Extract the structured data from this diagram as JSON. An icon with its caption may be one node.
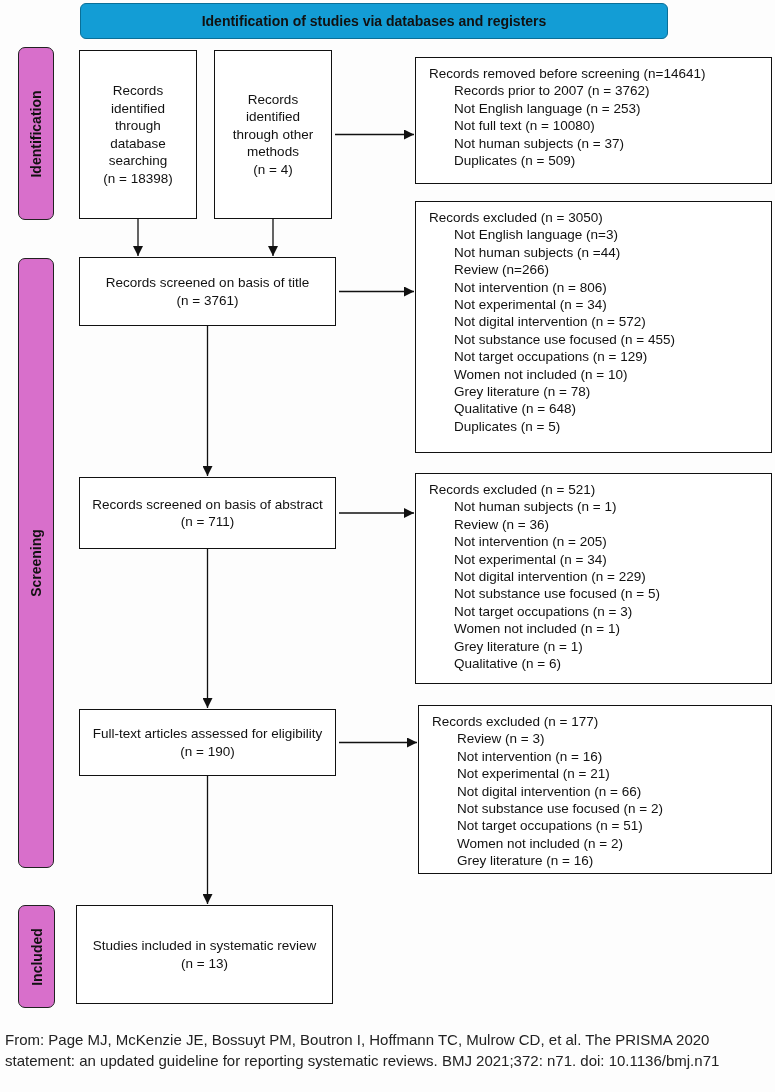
{
  "diagram": {
    "caption": "From: Page MJ, McKenzie JE, Bossuyt PM, Boutron I, Hoffmann TC, Mulrow CD, et al. The PRISMA 2020 statement: an updated guideline for reporting systematic reviews. BMJ 2021;372: n71. doi: 10.1136/bmj.n71",
    "nodes": [
      {
        "text": [
          "Identification of studies via databases and registers"
        ]
      },
      {
        "text": [
          "Identification"
        ]
      },
      {
        "text": [
          "Records identified through database searching",
          "(n = 18398)"
        ]
      },
      {
        "text": [
          "Records identified through other methods",
          "(n = 4)"
        ]
      },
      {
        "text": [
          "Records removed before screening (n=14641)",
          "Records prior to 2007 (n = 3762)",
          "Not English language (n = 253)",
          "Not full text (n = 10080)",
          "Not human subjects (n = 37)",
          "Duplicates (n = 509)"
        ]
      },
      {
        "text": [
          "Screening"
        ]
      },
      {
        "text": [
          "Records screened on basis of title",
          "(n = 3761)"
        ]
      },
      {
        "text": [
          "Records excluded (n = 3050)",
          "Not English language (n=3)",
          "Not human subjects (n =44)",
          "Review (n=266)",
          "Not intervention (n = 806)",
          "Not experimental (n = 34)",
          "Not digital intervention (n = 572)",
          "Not substance use focused (n = 455)",
          "Not target occupations (n = 129)",
          "Women not included (n = 10)",
          "Grey literature (n = 78)",
          "Qualitative (n = 648)",
          "Duplicates (n = 5)"
        ]
      },
      {
        "text": [
          "Records screened on basis of abstract",
          "(n = 711)"
        ]
      },
      {
        "text": [
          "Records excluded (n = 521)",
          "Not human subjects (n = 1)",
          "Review (n = 36)",
          "Not intervention (n = 205)",
          "Not experimental (n = 34)",
          "Not digital intervention (n = 229)",
          "Not substance use focused (n = 5)",
          "Not target occupations (n = 3)",
          "Women not included (n = 1)",
          "Grey literature (n = 1)",
          "Qualitative (n = 6)"
        ]
      },
      {
        "text": [
          "Full-text articles assessed for eligibility",
          "(n = 190)"
        ]
      },
      {
        "text": [
          "Records excluded (n = 177)",
          "Review (n = 3)",
          "Not intervention (n = 16)",
          "Not experimental (n = 21)",
          "Not digital intervention (n = 66)",
          "Not substance use focused (n = 2)",
          "Not target occupations (n = 51)",
          "Women not included (n = 2)",
          "Grey literature (n = 16)"
        ]
      },
      {
        "text": [
          "Included"
        ]
      },
      {
        "text": [
          "Studies included in systematic review",
          "(n = 13)"
        ]
      }
    ],
    "edges": [
      {
        "from": 3,
        "to": 4,
        "arrow": "to"
      },
      {
        "from": 2,
        "to": 6,
        "arrow": "to"
      },
      {
        "from": 3,
        "to": 6,
        "arrow": "to"
      },
      {
        "from": 6,
        "to": 7,
        "arrow": "to"
      },
      {
        "from": 6,
        "to": 8,
        "arrow": "to"
      },
      {
        "from": 8,
        "to": 9,
        "arrow": "to"
      },
      {
        "from": 8,
        "to": 10,
        "arrow": "to"
      },
      {
        "from": 10,
        "to": 11,
        "arrow": "to"
      },
      {
        "from": 10,
        "to": 13,
        "arrow": "to"
      }
    ]
  }
}
